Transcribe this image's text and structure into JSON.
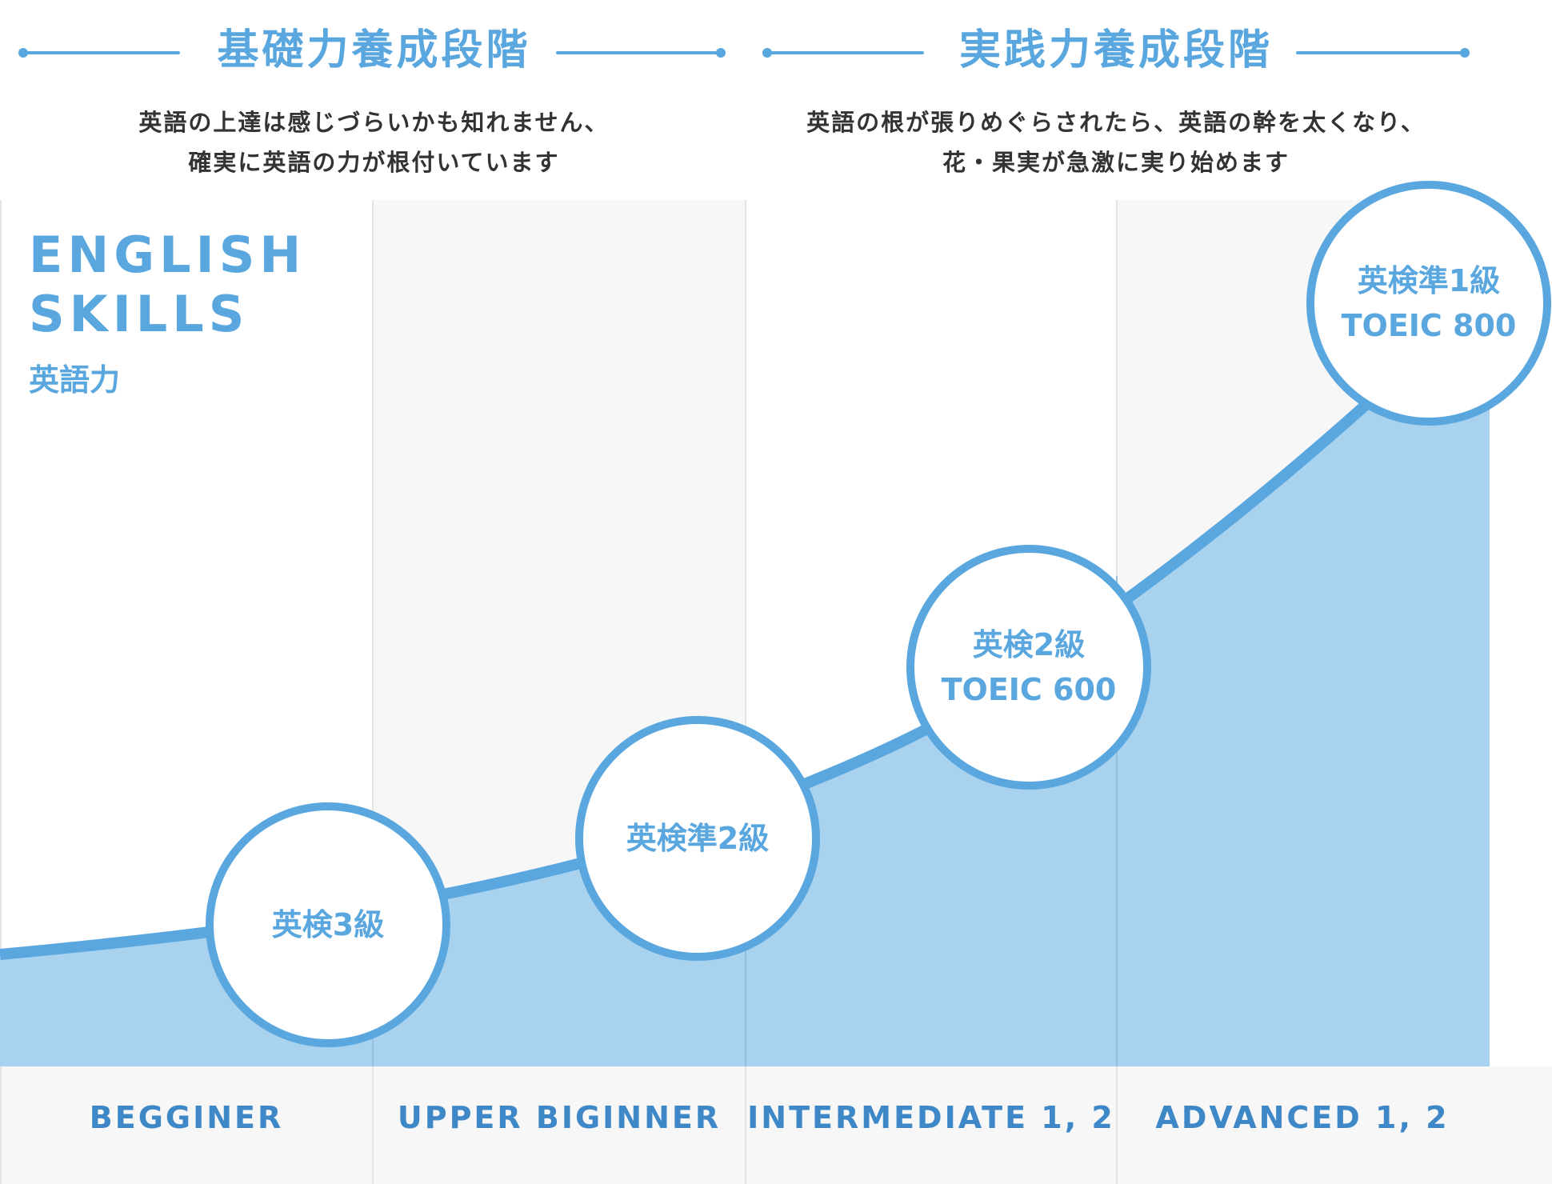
{
  "phases": [
    {
      "title": "基礎力養成段階",
      "lines": [
        "英語の上達は感じづらいかも知れません、",
        "確実に英語の力が根付いています"
      ]
    },
    {
      "title": "実践力養成段階",
      "lines": [
        "英語の根が張りめぐらされたら、英語の幹を太くなり、",
        "花・果実が急激に実り始めます"
      ]
    }
  ],
  "skills": {
    "line1": "ENGLISH",
    "line2": "SKILLS",
    "ja": "英語力"
  },
  "milestones": [
    {
      "line1": "英検3級",
      "line2": ""
    },
    {
      "line1": "英検準2級",
      "line2": ""
    },
    {
      "line1": "英検2級",
      "line2": "TOEIC 600"
    },
    {
      "line1": "英検準1級",
      "line2": "TOEIC 800"
    }
  ],
  "stages": [
    "BEGGINER",
    "UPPER BIGINNER",
    "INTERMEDIATE 1, 2",
    "ADVANCED 1, 2"
  ],
  "colors": {
    "accent": "#5aa7df",
    "fill": "#a9d2ef",
    "stage_text": "#3f88c8"
  }
}
